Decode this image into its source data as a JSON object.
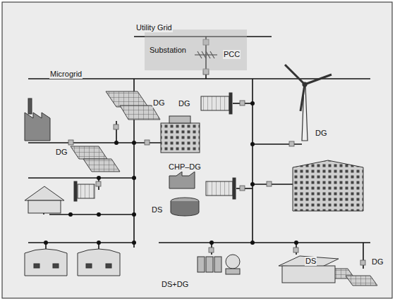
{
  "diagram": {
    "nodes": [
      {
        "text": [
          "Substation"
        ]
      }
    ],
    "labels": [
      "Utility Grid",
      "PCC",
      "Microgrid",
      "DG",
      "DG",
      "DG",
      "DG",
      "CHP–DG",
      "DS",
      "DS+DG",
      "DS",
      "DG"
    ]
  }
}
